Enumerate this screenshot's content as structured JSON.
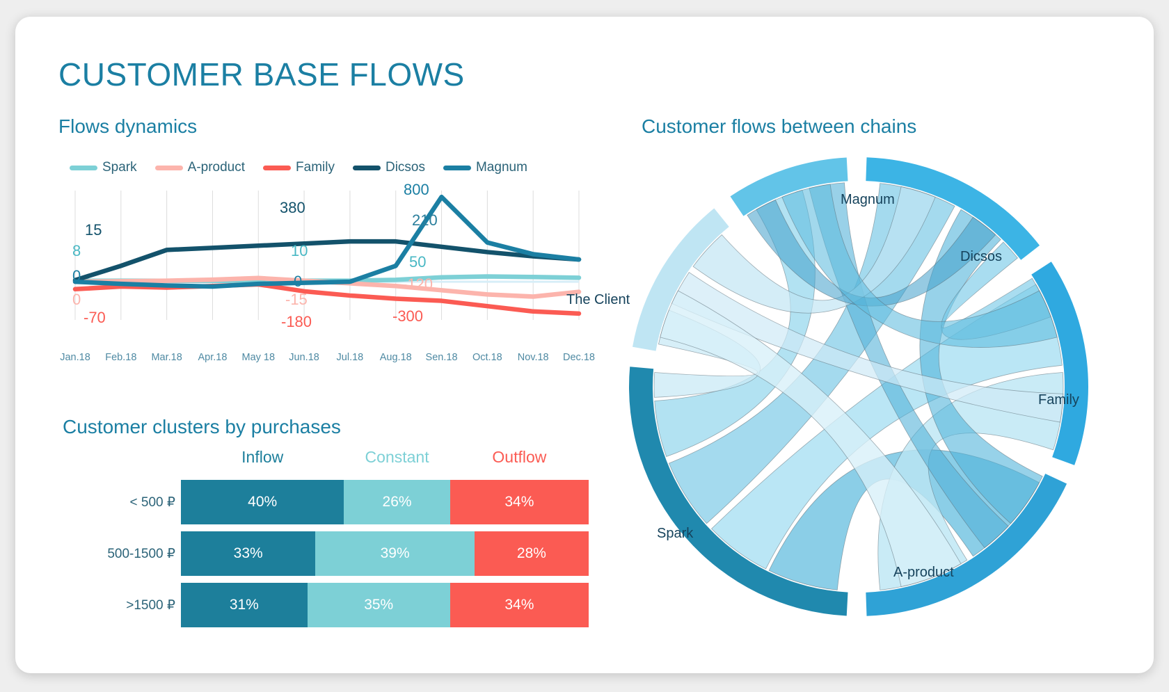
{
  "header": {
    "title": "CUSTOMER BASE FLOWS"
  },
  "sections": {
    "flows_dynamics": "Flows dynamics",
    "clusters": "Customer clusters by purchases",
    "chord": "Customer flows between chains"
  },
  "colors": {
    "accent": "#1b7fa3",
    "spark": "#7dd0d6",
    "a_product": "#fcb4ac",
    "family": "#fb5b53",
    "dicsos": "#13526b",
    "magnum": "#1b7fa3",
    "inflow": "#1d7f9b",
    "constant": "#7dd0d6",
    "outflow": "#fb5b53",
    "client_arc": "#2089ae",
    "magnum_arc": "#bfe5f3",
    "dicsos_arc": "#62c4e8",
    "family_arc": "#3cb4e5",
    "a_product_arc": "#2fa9e0",
    "spark_arc": "#2fa2d6"
  },
  "chart_data": [
    {
      "type": "line",
      "title": "Flows dynamics",
      "xlabel": "",
      "ylabel": "",
      "grid": true,
      "legend_position": "top-left",
      "categories": [
        "Jan.18",
        "Feb.18",
        "Mar.18",
        "Apr.18",
        "May 18",
        "Jun.18",
        "Jul.18",
        "Aug.18",
        "Sen.18",
        "Oct.18",
        "Nov.18",
        "Dec.18"
      ],
      "ylim": [
        -360,
        860
      ],
      "series": [
        {
          "name": "Spark",
          "color": "#7dd0d6",
          "values": [
            8,
            10,
            9,
            8,
            10,
            10,
            10,
            18,
            42,
            50,
            45,
            38
          ]
        },
        {
          "name": "A-product",
          "color": "#fcb4ac",
          "values": [
            0,
            5,
            10,
            20,
            35,
            10,
            -15,
            -40,
            -80,
            -120,
            -140,
            -95
          ]
        },
        {
          "name": "Family",
          "color": "#fb5b53",
          "values": [
            -70,
            -45,
            -55,
            -40,
            -25,
            -90,
            -130,
            -160,
            -180,
            -230,
            -280,
            -300
          ]
        },
        {
          "name": "Dicsos",
          "color": "#13526b",
          "values": [
            15,
            150,
            300,
            320,
            340,
            360,
            380,
            380,
            330,
            280,
            240,
            210
          ]
        },
        {
          "name": "Magnum",
          "color": "#1b7fa3",
          "values": [
            0,
            -20,
            -35,
            -45,
            -20,
            -10,
            0,
            150,
            800,
            370,
            260,
            210
          ]
        }
      ],
      "point_labels": [
        {
          "text": "15",
          "series": "Dicsos",
          "color": "#13526b",
          "x": 22,
          "y": 52
        },
        {
          "text": "8",
          "series": "Spark",
          "color": "#49b8c4",
          "x": 4,
          "y": 82
        },
        {
          "text": "0",
          "series": "Magnum",
          "color": "#1b7fa3",
          "x": 4,
          "y": 118
        },
        {
          "text": "0",
          "series": "A-product",
          "color": "#fcb4ac",
          "x": 4,
          "y": 152
        },
        {
          "text": "-70",
          "series": "Family",
          "color": "#fb5b53",
          "x": 20,
          "y": 178
        },
        {
          "text": "380",
          "series": "Dicsos",
          "color": "#13526b",
          "x": 302,
          "y": 20
        },
        {
          "text": "10",
          "series": "Spark",
          "color": "#49b8c4",
          "x": 318,
          "y": 82
        },
        {
          "text": "0",
          "series": "Magnum",
          "color": "#1b7fa3",
          "x": 322,
          "y": 126
        },
        {
          "text": "-15",
          "series": "A-product",
          "color": "#fcb4ac",
          "x": 310,
          "y": 152
        },
        {
          "text": "-180",
          "series": "Family",
          "color": "#fb5b53",
          "x": 304,
          "y": 184
        },
        {
          "text": "800",
          "series": "Magnum",
          "color": "#1b7fa3",
          "x": 480,
          "y": -6
        },
        {
          "text": "210",
          "series": "Dicsos",
          "color": "#2b7f9c",
          "x": 492,
          "y": 38
        },
        {
          "text": "50",
          "series": "Spark",
          "color": "#49b8c4",
          "x": 488,
          "y": 98
        },
        {
          "text": "-120",
          "series": "A-product",
          "color": "#fcb4ac",
          "x": 478,
          "y": 130
        },
        {
          "text": "-300",
          "series": "Family",
          "color": "#fb5b53",
          "x": 464,
          "y": 176
        }
      ]
    },
    {
      "type": "bar",
      "subtype": "stacked-percent-horizontal",
      "title": "Customer clusters by purchases",
      "categories": [
        "< 500 ₽",
        "500-1500 ₽",
        ">1500 ₽"
      ],
      "series": [
        {
          "name": "Inflow",
          "color": "#1d7f9b",
          "values": [
            40,
            33,
            31
          ]
        },
        {
          "name": "Constant",
          "color": "#7dd0d6",
          "values": [
            26,
            39,
            35
          ]
        },
        {
          "name": "Outflow",
          "color": "#fb5b53",
          "values": [
            34,
            28,
            34
          ]
        }
      ],
      "value_suffix": "%"
    },
    {
      "type": "chord",
      "title": "Customer flows between chains",
      "nodes": [
        {
          "name": "The Client",
          "color": "#2089ae",
          "start_deg": 183,
          "end_deg": 275,
          "label_x": -70,
          "label_y": 214
        },
        {
          "name": "Magnum",
          "color": "#bfe5f3",
          "start_deg": 280,
          "end_deg": 321,
          "label_x": 324,
          "label_y": 70
        },
        {
          "name": "Dicsos",
          "color": "#62c4e8",
          "start_deg": 326,
          "end_deg": 357,
          "label_x": 496,
          "label_y": 152
        },
        {
          "name": "Family",
          "color": "#3cb4e5",
          "start_deg": 2,
          "end_deg": 52,
          "label_x": 608,
          "label_y": 358
        },
        {
          "name": "A-product",
          "color": "#2fa9e0",
          "start_deg": 57,
          "end_deg": 110,
          "label_x": 400,
          "label_y": 606
        },
        {
          "name": "Spark",
          "color": "#2fa2d6",
          "start_deg": 115,
          "end_deg": 178,
          "label_x": 60,
          "label_y": 550
        }
      ],
      "links": [
        {
          "source": "The Client",
          "target": "Spark",
          "color": "#5ab9dd",
          "opacity": 0.7,
          "s0": 186,
          "s1": 206,
          "t0": 118,
          "t1": 146
        },
        {
          "source": "The Client",
          "target": "A-product",
          "color": "#9fdcf1",
          "opacity": 0.72,
          "s0": 207,
          "s1": 226,
          "t0": 60,
          "t1": 84
        },
        {
          "source": "The Client",
          "target": "Family",
          "color": "#6cc4e4",
          "opacity": 0.62,
          "s0": 228,
          "s1": 248,
          "t0": 6,
          "t1": 28
        },
        {
          "source": "The Client",
          "target": "Dicsos",
          "color": "#7fcfe9",
          "opacity": 0.6,
          "s0": 250,
          "s1": 266,
          "t0": 330,
          "t1": 344
        },
        {
          "source": "The Client",
          "target": "Magnum",
          "color": "#c9e9f6",
          "opacity": 0.75,
          "s0": 267,
          "s1": 274,
          "t0": 282,
          "t1": 292
        },
        {
          "source": "Spark",
          "target": "A-product",
          "color": "#bce6f4",
          "opacity": 0.8,
          "s0": 148,
          "s1": 174,
          "t0": 86,
          "t1": 108
        },
        {
          "source": "Spark",
          "target": "Family",
          "color": "#52b4da",
          "opacity": 0.6,
          "s0": 116,
          "s1": 132,
          "t0": 30,
          "t1": 44
        },
        {
          "source": "Spark",
          "target": "Dicsos",
          "color": "#4fb0d8",
          "opacity": 0.58,
          "s0": 133,
          "s1": 142,
          "t0": 346,
          "t1": 356
        },
        {
          "source": "A-product",
          "target": "Family",
          "color": "#74c8e6",
          "opacity": 0.62,
          "s0": 58,
          "s1": 70,
          "t0": 45,
          "t1": 51
        },
        {
          "source": "A-product",
          "target": "Magnum",
          "color": "#cfeaf7",
          "opacity": 0.7,
          "s0": 92,
          "s1": 100,
          "t0": 294,
          "t1": 304
        },
        {
          "source": "Family",
          "target": "Magnum",
          "color": "#bfe4f3",
          "opacity": 0.68,
          "s0": 12,
          "s1": 22,
          "t0": 306,
          "t1": 318
        },
        {
          "source": "Family",
          "target": "Dicsos",
          "color": "#3f9fcb",
          "opacity": 0.55,
          "s0": 34,
          "s1": 42,
          "t0": 327,
          "t1": 336
        },
        {
          "source": "Dicsos",
          "target": "A-product",
          "color": "#5ebbdf",
          "opacity": 0.58,
          "s0": 338,
          "s1": 352,
          "t0": 62,
          "t1": 76
        },
        {
          "source": "Magnum",
          "target": "Spark",
          "color": "#d7eff9",
          "opacity": 0.78,
          "s0": 284,
          "s1": 298,
          "t0": 150,
          "t1": 168
        }
      ]
    }
  ]
}
